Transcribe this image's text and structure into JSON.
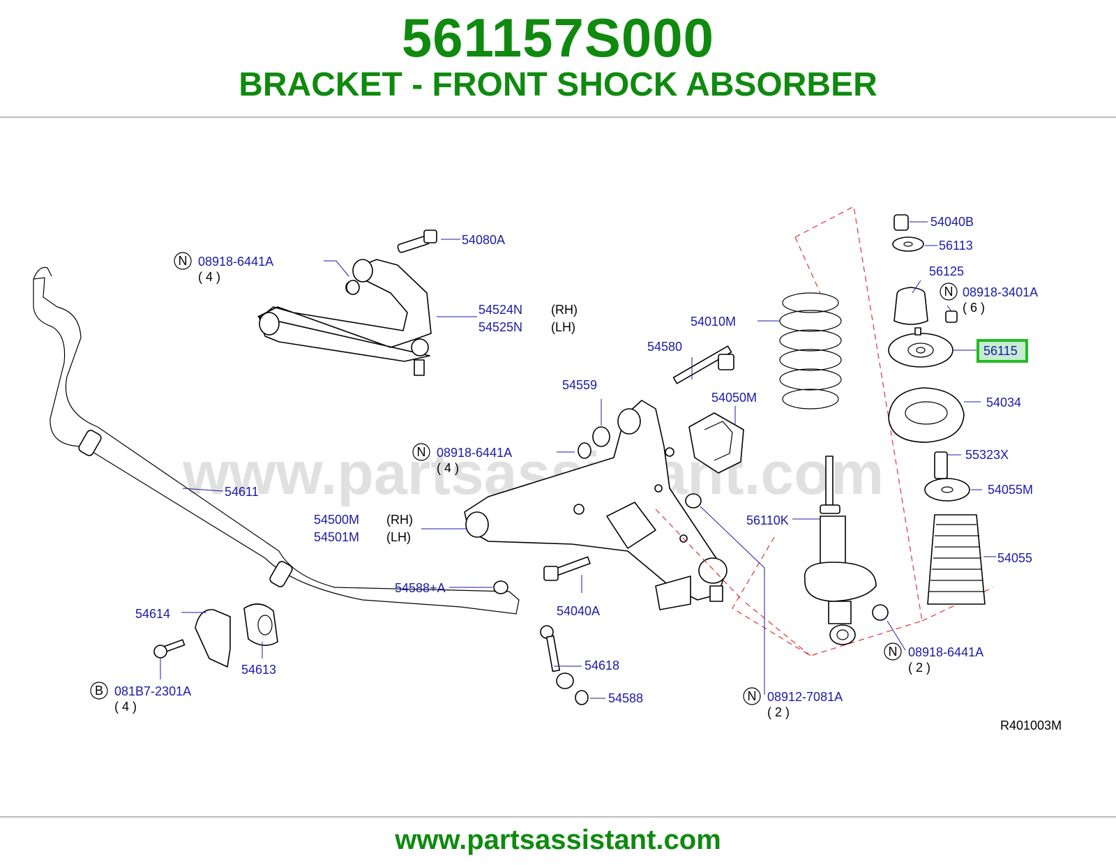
{
  "header": {
    "part_number": "561157S000",
    "part_name": "BRACKET - FRONT SHOCK ABSORBER"
  },
  "diagram": {
    "watermark": "www.partsassistant.com",
    "ref_code": "R401003M",
    "highlight_color": "#22bb22",
    "labels": {
      "l54080A": "54080A",
      "n1_code": "08918-6441A",
      "n1_qty": "( 4 )",
      "l54524N": "54524N",
      "rh1": "(RH)",
      "l54525N": "54525N",
      "lh1": "(LH)",
      "l54611": "54611",
      "l54580": "54580",
      "l54559": "54559",
      "l54050M": "54050M",
      "n2_code": "08918-6441A",
      "n2_qty": "( 4 )",
      "l54500M": "54500M",
      "rh2": "(RH)",
      "l54501M": "54501M",
      "lh2": "(LH)",
      "l54588A": "54588+A",
      "l54040A": "54040A",
      "l54614": "54614",
      "l54613": "54613",
      "b_code": "081B7-2301A",
      "b_qty": "( 4 )",
      "l54618": "54618",
      "l54588": "54588",
      "l54010M": "54010M",
      "l56110K": "56110K",
      "n3_code": "08912-7081A",
      "n3_qty": "( 2 )",
      "n4_code": "08918-6441A",
      "n4_qty": "( 2 )",
      "l54040B": "54040B",
      "l56113": "56113",
      "l56125": "56125",
      "n5_code": "08918-3401A",
      "n5_qty": "( 6 )",
      "l56115": "56115",
      "l54034": "54034",
      "l55323X": "55323X",
      "l54055M": "54055M",
      "l54055": "54055"
    },
    "circle_letters": {
      "n": "N",
      "b": "B"
    }
  },
  "footer": {
    "url": "www.partsassistant.com"
  }
}
